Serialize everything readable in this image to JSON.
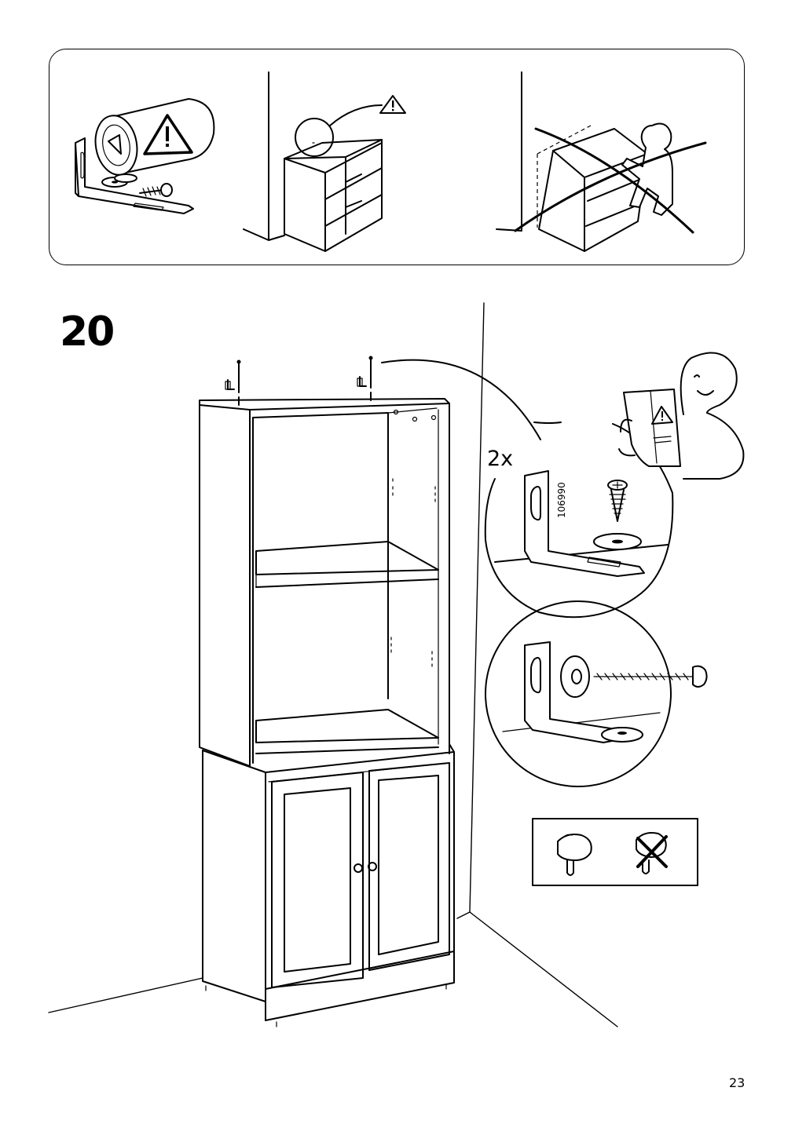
{
  "page": {
    "step_number": "20",
    "quantity_label": "2x",
    "part_number": "106990",
    "page_number": "23"
  },
  "icons": {
    "warning": "warning-triangle-icon",
    "forbidden": "cross-out-icon"
  }
}
